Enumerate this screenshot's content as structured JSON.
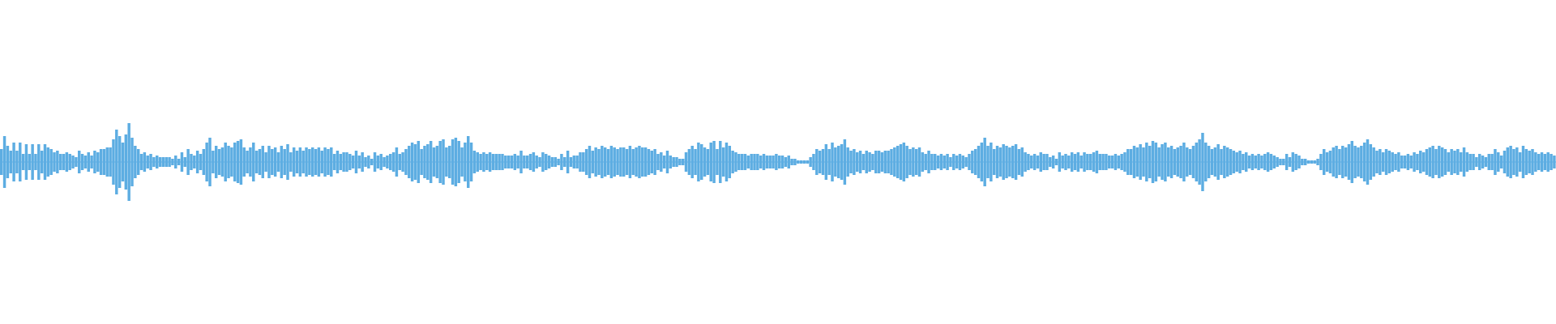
{
  "waveform": {
    "color": "#5dade2",
    "peaks": [
      0.08,
      0.16,
      0.1,
      0.07,
      0.12,
      0.07,
      0.12,
      0.05,
      0.11,
      0.05,
      0.11,
      0.05,
      0.11,
      0.07,
      0.11,
      0.09,
      0.08,
      0.06,
      0.07,
      0.05,
      0.05,
      0.06,
      0.05,
      0.04,
      0.03,
      0.07,
      0.05,
      0.04,
      0.06,
      0.04,
      0.07,
      0.06,
      0.08,
      0.08,
      0.09,
      0.09,
      0.14,
      0.2,
      0.16,
      0.12,
      0.17,
      0.24,
      0.15,
      0.1,
      0.08,
      0.05,
      0.06,
      0.04,
      0.05,
      0.03,
      0.04,
      0.03,
      0.03,
      0.03,
      0.03,
      0.02,
      0.04,
      0.02,
      0.06,
      0.03,
      0.08,
      0.05,
      0.04,
      0.07,
      0.05,
      0.08,
      0.12,
      0.15,
      0.07,
      0.1,
      0.08,
      0.09,
      0.12,
      0.1,
      0.09,
      0.12,
      0.13,
      0.14,
      0.09,
      0.07,
      0.09,
      0.12,
      0.07,
      0.08,
      0.1,
      0.06,
      0.1,
      0.08,
      0.09,
      0.06,
      0.1,
      0.08,
      0.11,
      0.06,
      0.09,
      0.07,
      0.09,
      0.07,
      0.09,
      0.08,
      0.09,
      0.08,
      0.09,
      0.07,
      0.09,
      0.08,
      0.09,
      0.05,
      0.07,
      0.05,
      0.06,
      0.06,
      0.05,
      0.04,
      0.07,
      0.04,
      0.06,
      0.03,
      0.04,
      0.02,
      0.06,
      0.04,
      0.05,
      0.03,
      0.04,
      0.05,
      0.06,
      0.09,
      0.05,
      0.06,
      0.08,
      0.1,
      0.12,
      0.11,
      0.13,
      0.08,
      0.1,
      0.11,
      0.13,
      0.09,
      0.1,
      0.13,
      0.14,
      0.09,
      0.1,
      0.14,
      0.15,
      0.13,
      0.09,
      0.12,
      0.16,
      0.12,
      0.07,
      0.06,
      0.05,
      0.06,
      0.05,
      0.06,
      0.05,
      0.05,
      0.05,
      0.05,
      0.04,
      0.04,
      0.04,
      0.05,
      0.04,
      0.07,
      0.04,
      0.04,
      0.05,
      0.06,
      0.04,
      0.03,
      0.06,
      0.05,
      0.04,
      0.03,
      0.03,
      0.02,
      0.05,
      0.03,
      0.07,
      0.03,
      0.04,
      0.04,
      0.06,
      0.06,
      0.08,
      0.1,
      0.07,
      0.09,
      0.08,
      0.1,
      0.09,
      0.08,
      0.1,
      0.09,
      0.08,
      0.09,
      0.09,
      0.08,
      0.1,
      0.08,
      0.09,
      0.1,
      0.09,
      0.09,
      0.08,
      0.07,
      0.08,
      0.05,
      0.06,
      0.04,
      0.07,
      0.04,
      0.03,
      0.03,
      0.02,
      0.02,
      0.06,
      0.08,
      0.1,
      0.08,
      0.12,
      0.11,
      0.09,
      0.08,
      0.12,
      0.13,
      0.08,
      0.13,
      0.09,
      0.12,
      0.1,
      0.07,
      0.06,
      0.05,
      0.05,
      0.05,
      0.04,
      0.05,
      0.05,
      0.05,
      0.04,
      0.05,
      0.04,
      0.04,
      0.04,
      0.05,
      0.04,
      0.04,
      0.03,
      0.04,
      0.02,
      0.02,
      0.01,
      0.01,
      0.01,
      0.01,
      0.03,
      0.05,
      0.08,
      0.07,
      0.08,
      0.11,
      0.08,
      0.12,
      0.09,
      0.1,
      0.11,
      0.14,
      0.09,
      0.07,
      0.08,
      0.06,
      0.07,
      0.05,
      0.07,
      0.06,
      0.05,
      0.07,
      0.07,
      0.06,
      0.07,
      0.07,
      0.08,
      0.09,
      0.1,
      0.11,
      0.12,
      0.1,
      0.08,
      0.09,
      0.08,
      0.09,
      0.06,
      0.05,
      0.07,
      0.05,
      0.05,
      0.04,
      0.05,
      0.04,
      0.05,
      0.03,
      0.05,
      0.04,
      0.05,
      0.04,
      0.03,
      0.05,
      0.07,
      0.08,
      0.1,
      0.12,
      0.15,
      0.1,
      0.12,
      0.08,
      0.1,
      0.09,
      0.11,
      0.1,
      0.09,
      0.1,
      0.11,
      0.08,
      0.09,
      0.06,
      0.05,
      0.04,
      0.05,
      0.04,
      0.06,
      0.05,
      0.05,
      0.03,
      0.04,
      0.02,
      0.06,
      0.04,
      0.05,
      0.04,
      0.06,
      0.05,
      0.06,
      0.04,
      0.06,
      0.05,
      0.05,
      0.06,
      0.07,
      0.05,
      0.05,
      0.05,
      0.04,
      0.04,
      0.05,
      0.04,
      0.05,
      0.06,
      0.08,
      0.08,
      0.1,
      0.09,
      0.11,
      0.09,
      0.12,
      0.1,
      0.13,
      0.12,
      0.09,
      0.11,
      0.12,
      0.09,
      0.1,
      0.08,
      0.09,
      0.1,
      0.12,
      0.09,
      0.08,
      0.1,
      0.12,
      0.14,
      0.18,
      0.12,
      0.1,
      0.08,
      0.09,
      0.11,
      0.08,
      0.1,
      0.09,
      0.08,
      0.07,
      0.06,
      0.07,
      0.05,
      0.06,
      0.04,
      0.05,
      0.04,
      0.05,
      0.04,
      0.05,
      0.06,
      0.05,
      0.04,
      0.03,
      0.02,
      0.02,
      0.05,
      0.03,
      0.06,
      0.05,
      0.04,
      0.02,
      0.02,
      0.01,
      0.01,
      0.01,
      0.02,
      0.05,
      0.08,
      0.06,
      0.07,
      0.09,
      0.1,
      0.08,
      0.1,
      0.09,
      0.11,
      0.13,
      0.1,
      0.09,
      0.1,
      0.12,
      0.14,
      0.11,
      0.09,
      0.07,
      0.08,
      0.06,
      0.08,
      0.07,
      0.06,
      0.05,
      0.06,
      0.04,
      0.04,
      0.05,
      0.04,
      0.06,
      0.05,
      0.07,
      0.06,
      0.08,
      0.09,
      0.1,
      0.08,
      0.1,
      0.09,
      0.08,
      0.06,
      0.08,
      0.07,
      0.08,
      0.06,
      0.09,
      0.06,
      0.05,
      0.05,
      0.03,
      0.05,
      0.04,
      0.03,
      0.05,
      0.05,
      0.08,
      0.06,
      0.04,
      0.07,
      0.09,
      0.1,
      0.08,
      0.09,
      0.06,
      0.1,
      0.08,
      0.07,
      0.08,
      0.06,
      0.05,
      0.06,
      0.05,
      0.06,
      0.05,
      0.04
    ]
  }
}
